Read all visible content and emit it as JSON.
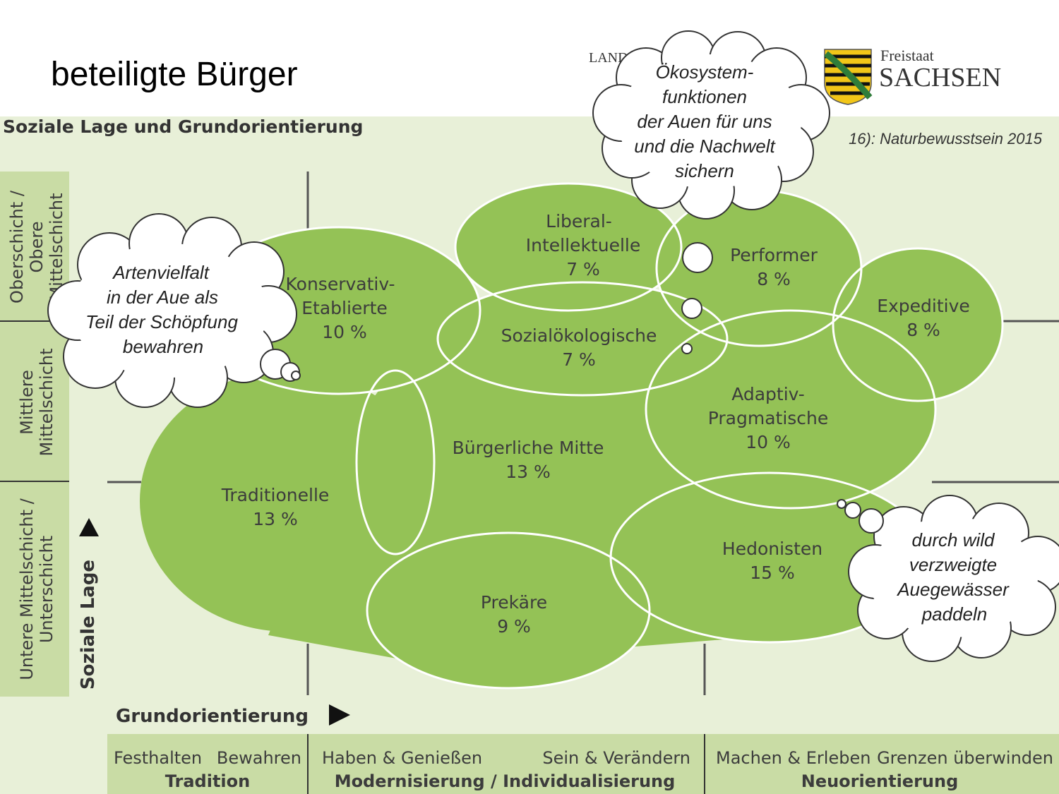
{
  "slide_title": "beteiligte Bürger",
  "logos": {
    "left_text": "LANDES",
    "right_small": "Freistaat",
    "right_big": "SACHSEN"
  },
  "diagram": {
    "panel_title": "Soziale Lage und Grundorientierung",
    "source": "16): Naturbewusstsein 2015",
    "y_axis_title": "Soziale Lage",
    "x_axis_title": "Grundorientierung",
    "y_bands": [
      [
        "Oberschicht /",
        "Obere",
        "Mittelschicht"
      ],
      [
        "Mittlere",
        "Mittelschicht"
      ],
      [
        "Untere Mittelschicht /",
        "Unterschicht"
      ]
    ],
    "x_bands": [
      {
        "sub": [
          "Festhalten",
          "Bewahren"
        ],
        "main": "Tradition"
      },
      {
        "sub": [
          "Haben & Genießen",
          "Sein & Verändern"
        ],
        "main": "Modernisierung / Individualisierung"
      },
      {
        "sub": [
          "Machen & Erleben",
          "Grenzen überwinden"
        ],
        "main": "Neuorientierung"
      }
    ],
    "milieus": [
      {
        "name": [
          "Konservativ-",
          "Etablierte"
        ],
        "share": "10 %"
      },
      {
        "name": [
          "Liberal-",
          "Intellektuelle"
        ],
        "share": "7 %"
      },
      {
        "name": [
          "Performer"
        ],
        "share": "8 %"
      },
      {
        "name": [
          "Expeditive"
        ],
        "share": "8 %"
      },
      {
        "name": [
          "Sozialökologische"
        ],
        "share": "7 %"
      },
      {
        "name": [
          "Adaptiv-",
          "Pragmatische"
        ],
        "share": "10 %"
      },
      {
        "name": [
          "Bürgerliche Mitte"
        ],
        "share": "13 %"
      },
      {
        "name": [
          "Traditionelle"
        ],
        "share": "13 %"
      },
      {
        "name": [
          "Hedonisten"
        ],
        "share": "15 %"
      },
      {
        "name": [
          "Prekäre"
        ],
        "share": "9 %"
      }
    ]
  },
  "clouds": [
    {
      "lines": [
        "Ökosystem-",
        "funktionen",
        "der Auen für uns",
        "und die Nachwelt",
        "sichern"
      ]
    },
    {
      "lines": [
        "Artenvielfalt",
        "in der Aue als",
        "Teil der Schöpfung",
        "bewahren"
      ]
    },
    {
      "lines": [
        "durch wild",
        "verzweigte",
        "Auegewässer",
        "paddeln"
      ]
    }
  ],
  "colors": {
    "panel_bg": "#e8f0d8",
    "band_bg": "#c9dca5",
    "milieu_fill": "#94c256",
    "outline": "#ffffff",
    "crest_yellow": "#f2c618",
    "crest_green": "#2f7d3a"
  }
}
